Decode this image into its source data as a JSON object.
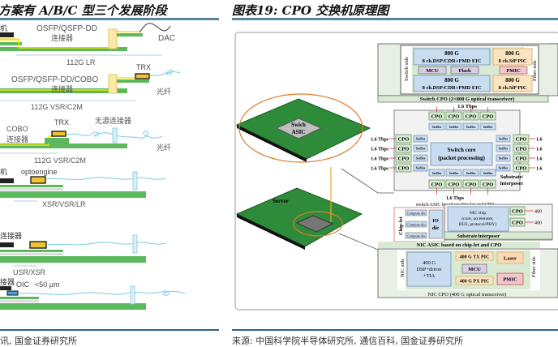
{
  "left_figure": {
    "title": "方案有 A/B/C 型三个发展阶段",
    "stages": [
      {
        "switch_label": "机",
        "connector": "OSFP/QSFP-DD",
        "connector_cn": "连接器",
        "end": "DAC",
        "reach": "112G LR"
      },
      {
        "connector": "OSFP/QSFP-DD/COBO",
        "connector_cn": "连接器",
        "module": "TRX",
        "end": "光纤",
        "reach": "112G VSR/C2M"
      },
      {
        "connector": "COBO",
        "connector_cn": "连接器",
        "module": "TRX",
        "passive": "无源连接器",
        "end": "光纤",
        "reach": "112G VSR/C2M"
      },
      {
        "switch_label": "机",
        "module": "optoengine",
        "reach": "XSR/VSR/LR"
      },
      {
        "switch_label": "连接器",
        "reach": "USR/XSR"
      },
      {
        "switch_label": "接器",
        "module": "OIC",
        "gap": "<50 μm"
      }
    ],
    "source": "讯, 国金证券研究所"
  },
  "right_figure": {
    "title": "图表19: CPO 交换机原理图",
    "source": "来源: 中国科学院半导体研究所, 通信百科, 国金证券研究所",
    "switch_cpo": {
      "side_left": "Switch side",
      "side_right": "Fiber side",
      "eic": [
        "800 G",
        "8 ch.DSP/CDR+PMD EIC"
      ],
      "pic": [
        "800 G",
        "8 ch.SiP PIC"
      ],
      "mcu": "MCU",
      "flash": "Flash",
      "pmic": "PMIC",
      "caption": "Switch CPO (2×800 G optical transceiver)"
    },
    "bandwidth": "1.6 Tbps",
    "switch_asic": {
      "cpo": "CPO",
      "serdes": "SerDes",
      "core": [
        "Switch core",
        "(packet processing)"
      ],
      "substrate": [
        "Substrate/",
        "interposer"
      ],
      "caption": "switch ASIC based on chip-let and CPO"
    },
    "boards": {
      "chip": [
        "Swich",
        "ASIC"
      ],
      "server": "Server"
    },
    "nic_asic": {
      "chiplet": "Chip-let",
      "compute": "Compute die",
      "io": [
        "IO",
        "die"
      ],
      "nic": [
        "NIC chip",
        "(core, accelerator,",
        "BUS, protocol/PHY)"
      ],
      "cpo": "CPO",
      "rate": "400",
      "substrate": "Substrate/interposer",
      "caption": "NIC ASIC based on chip-let and CPO"
    },
    "nic_cpo": {
      "side_left": "NIC side",
      "side_right": "Fiber side",
      "dsp": [
        "400 G",
        "DSP+driver",
        "+TIA"
      ],
      "tx": "400 G TX PIC",
      "rx": "400 G PX PIC",
      "mcu": "MCU",
      "laser": "Laser",
      "pmic": "PMIC",
      "caption": "NIC CPO (400 G optical transceiver)"
    }
  }
}
